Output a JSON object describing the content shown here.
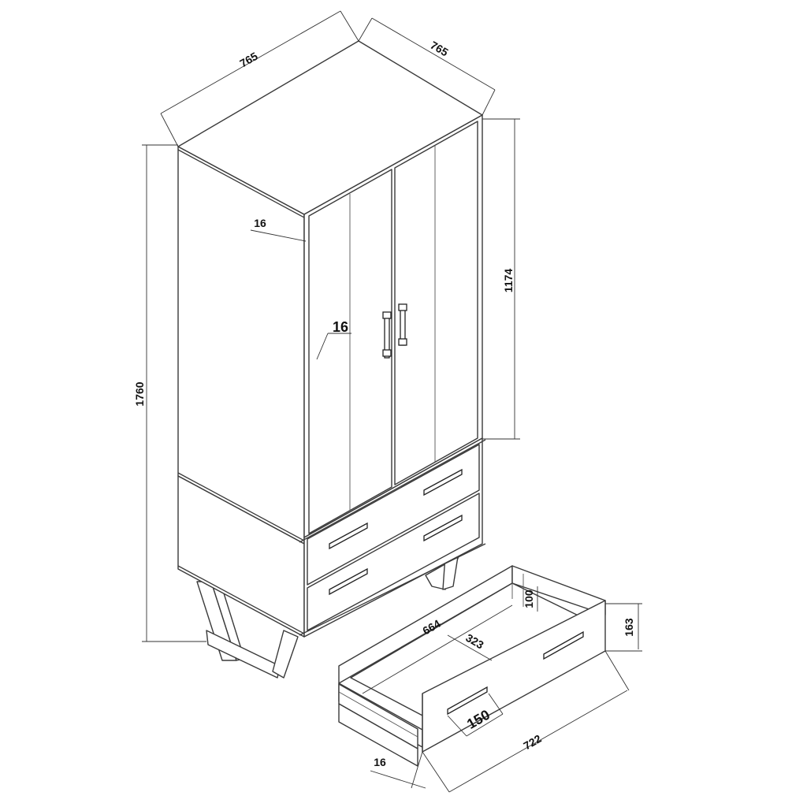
{
  "diagram": {
    "subject": "Wardrobe with two doors and two drawers, isometric dimension drawing",
    "units": "mm",
    "dimensions": {
      "top_width": "765",
      "top_depth": "765",
      "overall_height": "1760",
      "door_height": "1174",
      "side_panel_thickness": "16",
      "door_thickness": "16",
      "drawer_inner_length": "664",
      "drawer_inner_depth": "323",
      "drawer_inner_height": "100",
      "drawer_front_height": "163",
      "drawer_front_width": "722",
      "handle_length": "150",
      "drawer_front_thickness": "16"
    },
    "parts": [
      "top",
      "left-side-panel",
      "left-door",
      "right-door",
      "door-handles",
      "upper-drawer",
      "lower-drawer",
      "drawer-handles",
      "base-plinth",
      "trapezoid-legs",
      "pulled-out-drawer"
    ]
  }
}
